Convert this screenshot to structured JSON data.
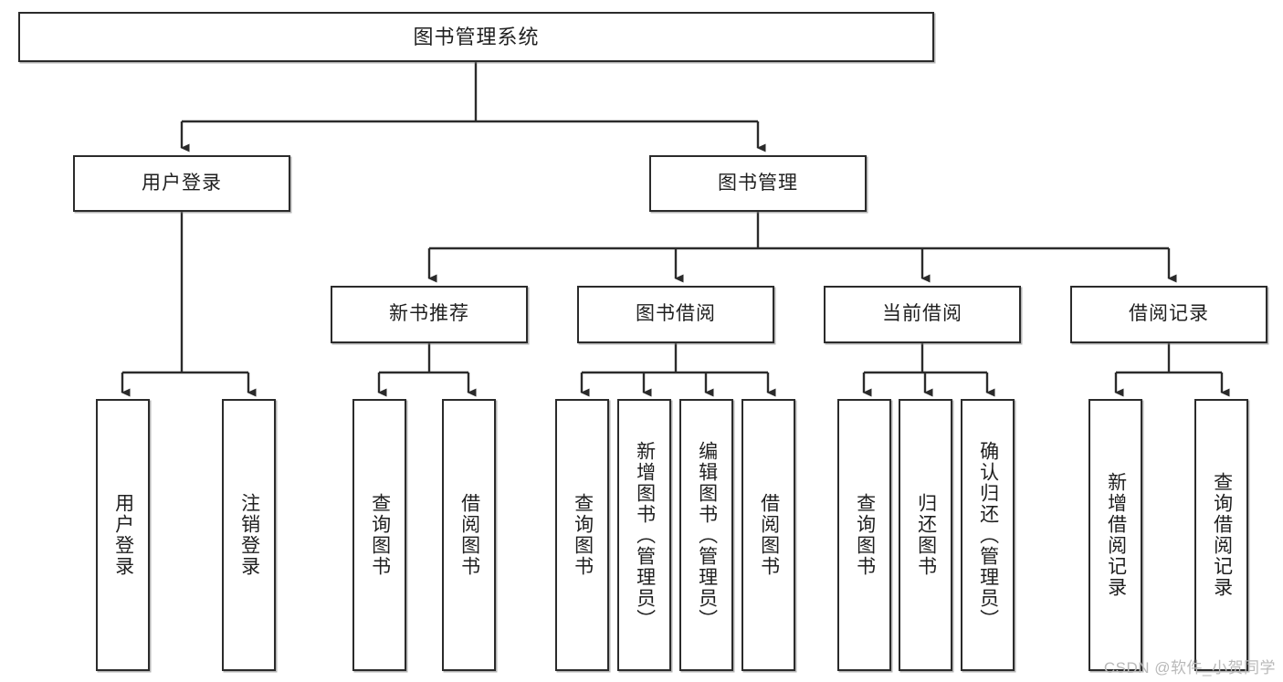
{
  "diagram": {
    "title": "图书管理系统",
    "type": "tree-hierarchy",
    "watermark": "CSDN @软件_小贺同学",
    "accent_color": "#2b2b2b",
    "background_color": "#ffffff",
    "nodes": {
      "root": {
        "label": "图书管理系统"
      },
      "level1": [
        {
          "id": "user-login",
          "label": "用户登录"
        },
        {
          "id": "book-management",
          "label": "图书管理"
        }
      ],
      "level2": [
        {
          "id": "new-book-recommend",
          "label": "新书推荐"
        },
        {
          "id": "book-borrow",
          "label": "图书借阅"
        },
        {
          "id": "current-borrow",
          "label": "当前借阅"
        },
        {
          "id": "borrow-record",
          "label": "借阅记录"
        }
      ],
      "leaves": {
        "user_login": [
          {
            "id": "leaf-user-login",
            "label": "用户登录"
          },
          {
            "id": "leaf-logout-login",
            "label": "注销登录"
          }
        ],
        "new_book_recommend": [
          {
            "id": "leaf-query-book-1",
            "label": "查询图书"
          },
          {
            "id": "leaf-borrow-book-1",
            "label": "借阅图书"
          }
        ],
        "book_borrow": [
          {
            "id": "leaf-query-book-2",
            "label": "查询图书"
          },
          {
            "id": "leaf-add-book",
            "label": "新增图书（管理员）"
          },
          {
            "id": "leaf-edit-book",
            "label": "编辑图书（管理员）"
          },
          {
            "id": "leaf-borrow-book-2",
            "label": "借阅图书"
          }
        ],
        "current_borrow": [
          {
            "id": "leaf-query-book-3",
            "label": "查询图书"
          },
          {
            "id": "leaf-return-book",
            "label": "归还图书"
          },
          {
            "id": "leaf-confirm-return",
            "label": "确认归还（管理员）"
          }
        ],
        "borrow_record": [
          {
            "id": "leaf-add-record",
            "label": "新增借阅记录"
          },
          {
            "id": "leaf-query-record",
            "label": "查询借阅记录"
          }
        ]
      }
    }
  }
}
